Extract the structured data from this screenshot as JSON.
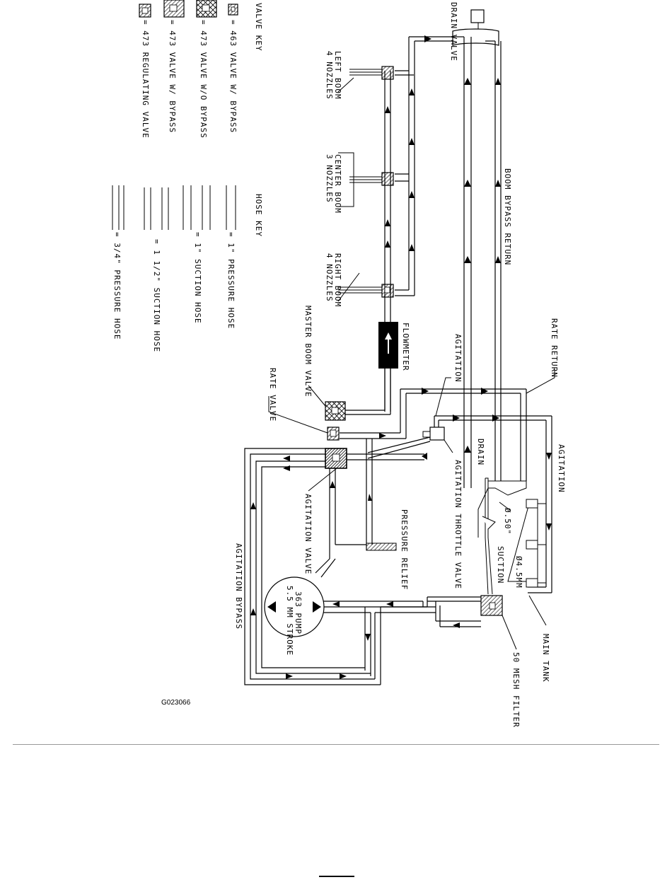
{
  "figure_code": "G023066",
  "valve_key": {
    "title": "VALVE KEY",
    "items": [
      {
        "icon": "valve-463-bypass-icon",
        "label": "= 463 VALVE W/ BYPASS"
      },
      {
        "icon": "valve-473-no-bypass-icon",
        "label": "= 473 VALVE W/O BYPASS"
      },
      {
        "icon": "valve-473-bypass-icon",
        "label": "= 473 VALVE W/ BYPASS"
      },
      {
        "icon": "regulating-valve-icon",
        "label": "= 473 REGULATING VALVE"
      }
    ]
  },
  "hose_key": {
    "title": "HOSE KEY",
    "items": [
      {
        "label": "= 1\" PRESSURE HOSE"
      },
      {
        "label": "= 1\" SUCTION HOSE"
      },
      {
        "label": "= 1 1/2\" SUCTION HOSE"
      },
      {
        "label": "= 3/4\" PRESSURE HOSE"
      }
    ]
  },
  "labels": {
    "drain_valve": "DRAIN VALVE",
    "left_boom": "LEFT BOOM",
    "left_boom_nozzles": "4 NOZZLES",
    "center_boom": "CENTER BOOM",
    "center_boom_nozzles": "3 NOZZLES",
    "right_boom": "RIGHT BOOM",
    "right_boom_nozzles": "4 NOZZLES",
    "boom_bypass_return": "BOOM BYPASS RETURN",
    "rate_return": "RATE RETURN",
    "flowmeter": "FLOWMETER",
    "master_boom_valve": "MASTER BOOM VALVE",
    "rate_valve": "RATE VALVE",
    "agitation_top": "AGITATION",
    "agitation_right": "AGITATION",
    "drain": "DRAIN",
    "agitation_throttle_valve": "AGITATION THROTTLE VALVE",
    "orifice_50": "Ø.50\"",
    "suction": "SUCTION",
    "orifice_45mm": "Ø4.5MM",
    "main_tank": "MAIN TANK",
    "mesh_filter": "50 MESH FILTER",
    "pressure_relief": "PRESSURE RELIEF",
    "agitation_valve": "AGITATION VALVE",
    "agitation_bypass": "AGITATION BYPASS",
    "pump_line1": "363 PUMP",
    "pump_line2": "5.5 MM STROKE"
  }
}
